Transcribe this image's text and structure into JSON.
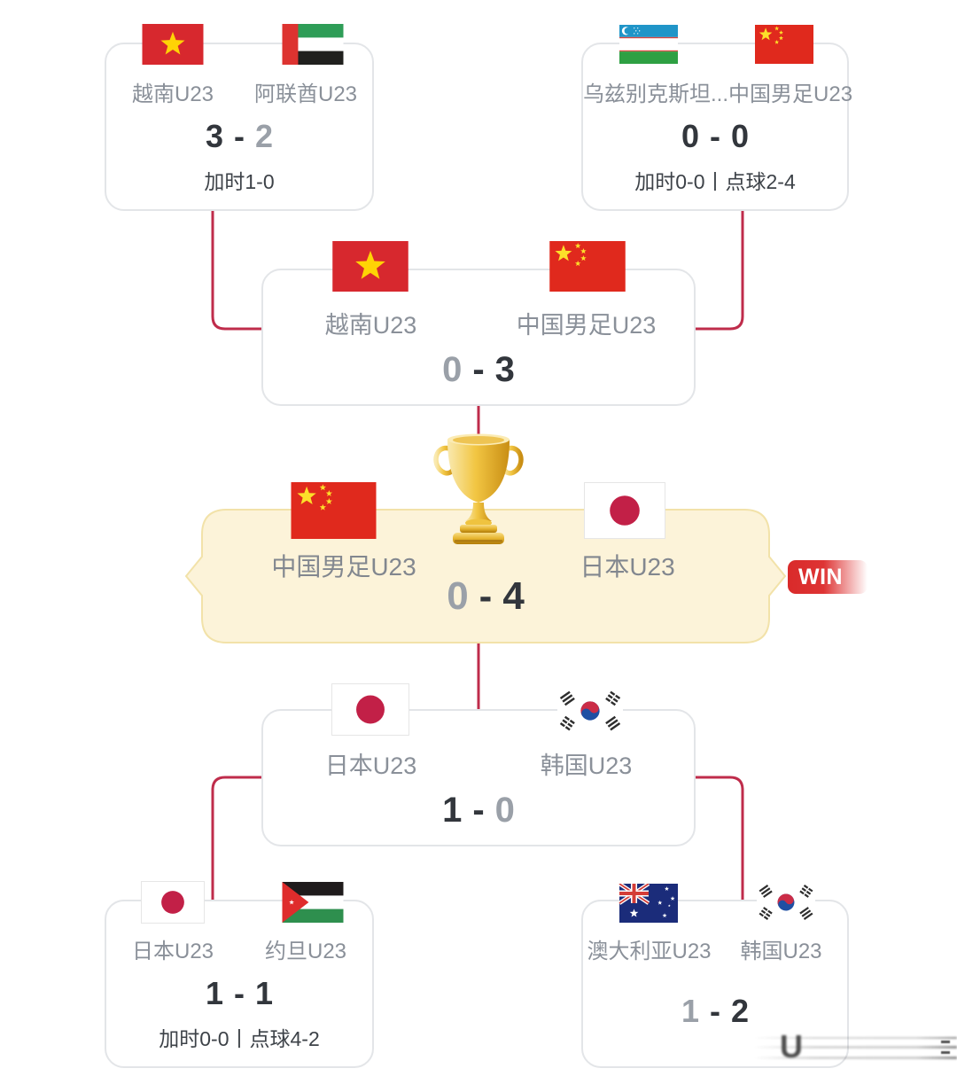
{
  "ui": {
    "dash": "-",
    "win_badge": "WIN"
  },
  "colors": {
    "connector": "#bf2c4b",
    "card_border": "#e3e5e8",
    "team_name_gray": "#8a9099",
    "score_winner": "#32363c",
    "score_loser": "#9aa0a8",
    "note_text": "#3d4248",
    "banner_bg": "#fcf3d9",
    "banner_border": "#f2e2a9",
    "win_badge_red": "#d92a2a",
    "trophy_gold": "#f2c643"
  },
  "matches": {
    "qf1": {
      "home": {
        "name": "越南U23",
        "flag": "vietnam-flag-icon"
      },
      "away": {
        "name": "阿联酋U23",
        "flag": "uae-flag-icon"
      },
      "score_home": "3",
      "score_away": "2",
      "note": "加时1-0"
    },
    "qf2": {
      "home": {
        "name": "乌兹别克斯坦...",
        "flag": "uzbekistan-flag-icon"
      },
      "away": {
        "name": "中国男足U23",
        "flag": "china-flag-icon"
      },
      "score_home": "0",
      "score_away": "0",
      "note": "加时0-0丨点球2-4"
    },
    "sf1": {
      "home": {
        "name": "越南U23",
        "flag": "vietnam-flag-icon"
      },
      "away": {
        "name": "中国男足U23",
        "flag": "china-flag-icon"
      },
      "score_home": "0",
      "score_away": "3"
    },
    "final": {
      "home": {
        "name": "中国男足U23",
        "flag": "china-flag-icon"
      },
      "away": {
        "name": "日本U23",
        "flag": "japan-flag-icon"
      },
      "score_home": "0",
      "score_away": "4"
    },
    "sf2": {
      "home": {
        "name": "日本U23",
        "flag": "japan-flag-icon"
      },
      "away": {
        "name": "韩国U23",
        "flag": "korea-flag-icon"
      },
      "score_home": "1",
      "score_away": "0"
    },
    "qf3": {
      "home": {
        "name": "日本U23",
        "flag": "japan-flag-icon"
      },
      "away": {
        "name": "约旦U23",
        "flag": "jordan-flag-icon"
      },
      "score_home": "1",
      "score_away": "1",
      "note": "加时0-0丨点球4-2"
    },
    "qf4": {
      "home": {
        "name": "澳大利亚U23",
        "flag": "australia-flag-icon"
      },
      "away": {
        "name": "韩国U23",
        "flag": "korea-flag-icon"
      },
      "score_home": "1",
      "score_away": "2"
    }
  },
  "watermark": {
    "glyph": "U"
  }
}
